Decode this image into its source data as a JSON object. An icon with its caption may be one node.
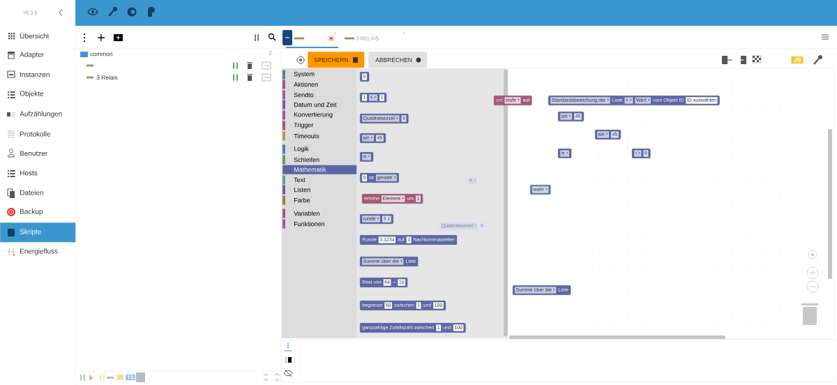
{
  "diagram": {
    "nodes": [
      {
        "text": [
          "Skripte"
        ]
      },
      {
        "text": [
          "SPEICHERN"
        ]
      },
      {
        "text": [
          "ABBRECHEN"
        ]
      },
      {
        "text": [
          "Mathematik"
        ]
      },
      {
        "text": [
          "0"
        ]
      },
      {
        "text": [
          "1",
          "+",
          "1"
        ]
      },
      {
        "text": [
          "Quadratwurzel",
          "9"
        ]
      },
      {
        "text": [
          "sin",
          "45"
        ]
      },
      {
        "text": [
          "π"
        ]
      },
      {
        "text": [
          "0",
          "ist",
          "gerade"
        ]
      },
      {
        "text": [
          "erhöhe",
          "Element",
          "um",
          "1"
        ]
      },
      {
        "text": [
          "runde",
          "3.1"
        ]
      },
      {
        "text": [
          "Runde",
          "3.1234",
          "auf",
          "1",
          "Nachkommastellen"
        ]
      },
      {
        "text": [
          "Summe über die",
          "Liste"
        ]
      },
      {
        "text": [
          "Rest von",
          "64",
          "÷",
          "10"
        ]
      },
      {
        "text": [
          "begrenze",
          "50",
          "zwischen",
          "1",
          "und",
          "100"
        ]
      },
      {
        "text": [
          "ganzzahlige Zufallszahl zwischen",
          "1",
          "und",
          "100"
        ]
      },
      {
        "text": [
          "π"
        ]
      },
      {
        "text": [
          "Quadratwurzel",
          "9"
        ]
      },
      {
        "text": [
          "set",
          "stufe",
          "auf"
        ]
      },
      {
        "text": [
          "Standardabweichung der",
          "Liste",
          "+",
          "Wert",
          "vom Objekt ID",
          "ID auswählen"
        ]
      },
      {
        "text": [
          "sin",
          "45"
        ]
      },
      {
        "text": [
          "sin",
          "45"
        ]
      },
      {
        "text": [
          "π"
        ]
      },
      {
        "text": [
          "-",
          "9"
        ]
      },
      {
        "text": [
          "wahr"
        ]
      },
      {
        "text": [
          "Summe über die",
          "Liste"
        ]
      },
      {
        "text": [
          "JS"
        ]
      },
      {
        "text": [
          "JS"
        ]
      },
      {
        "text": [
          "TS"
        ]
      }
    ],
    "labels": [
      "v6.3.5",
      "Übersicht",
      "Adapter",
      "Instanzen",
      "Objekte",
      "Aufzählungen",
      "Protokolle",
      "Benutzer",
      "Hosts",
      "Dateien",
      "Backup",
      "Energiefluss",
      "common",
      "2",
      "3 Relais",
      "3 RELAIS",
      "System",
      "Aktionen",
      "Sendto",
      "Datum und Zeit",
      "Konvertierung",
      "Trigger",
      "Timeouts",
      "Logik",
      "Schleifen",
      "Text",
      "Listen",
      "Farbe",
      "Variablen",
      "Funktionen"
    ]
  }
}
